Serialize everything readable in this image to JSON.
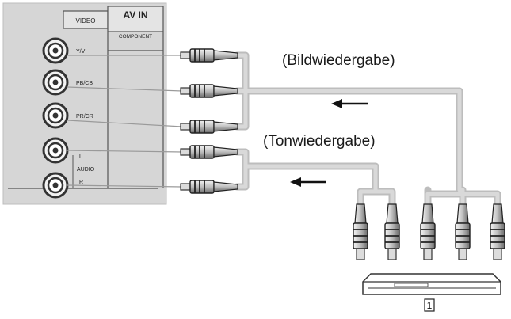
{
  "panel": {
    "header_video": "VIDEO",
    "header_av_in": "AV IN",
    "header_component": "COMPONENT",
    "jack_labels": [
      "Y/V",
      "PB/CB",
      "PR/CR",
      "L",
      "R"
    ],
    "audio_label": "AUDIO"
  },
  "captions": {
    "video": "(Bildwiedergabe)",
    "audio": "(Tonwiedergabe)"
  },
  "device": {
    "number": "1"
  }
}
